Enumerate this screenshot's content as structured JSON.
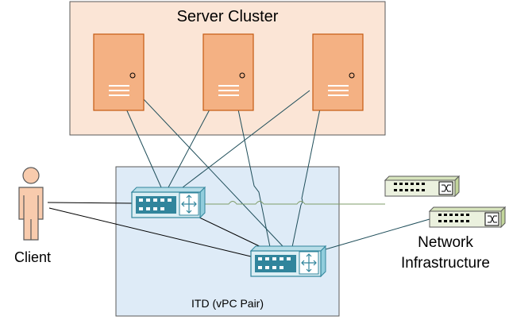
{
  "server_cluster": {
    "title": "Server Cluster",
    "server_count": 3
  },
  "itd": {
    "title": "ITD (vPC Pair)"
  },
  "client": {
    "label": "Client"
  },
  "network_infrastructure": {
    "label_line1": "Network",
    "label_line2": "Infrastructure"
  },
  "colors": {
    "cluster_fill": "#fbe5d6",
    "server_fill": "#f4b183",
    "server_stroke": "#c55a11",
    "itd_fill": "#deebf7",
    "switch_fill": "#dbeef4",
    "switch_stroke": "#31859c",
    "client_fill": "#f8cbad",
    "infra_switch_fill": "#ebf1de",
    "link_dark": "#1f4e5a",
    "link_green": "#7f9c6a",
    "link_black": "#000000"
  },
  "icons": {
    "server": "server-icon",
    "itd_switch": "layer3-switch-icon",
    "infra_switch": "network-switch-icon",
    "client": "person-icon"
  }
}
